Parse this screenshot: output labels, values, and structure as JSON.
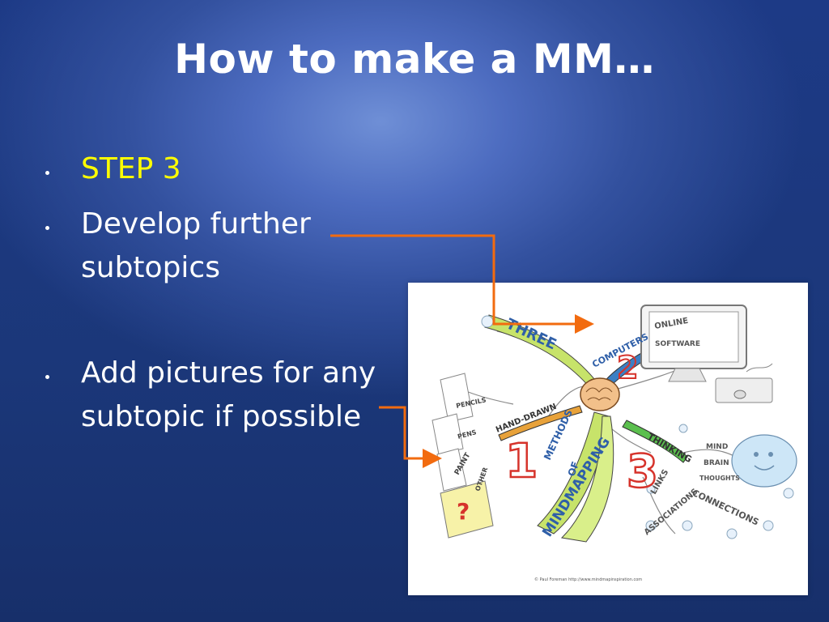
{
  "slide": {
    "title": "How to make a MM…",
    "bullets": [
      {
        "lines": [
          "STEP 3"
        ],
        "color": "#FFFF00"
      },
      {
        "lines": [
          "Develop further",
          "subtopics"
        ],
        "color": "#FFFFFF"
      },
      {
        "lines": [
          "Add pictures for any",
          "subtopic if possible"
        ],
        "color": "#FFFFFF"
      }
    ],
    "accent_arrow_color": "#F26B0F"
  },
  "mindmap": {
    "labels": {
      "three": "THREE",
      "computers": "COMPUTERS",
      "online": "ONLINE",
      "software": "SOFTWARE",
      "hand_drawn": "HAND-DRAWN",
      "methods": "METHODS",
      "of": "OF",
      "mindmapping": "MINDMAPPING",
      "thinking": "THINKING",
      "mind": "MIND",
      "brain": "BRAIN",
      "thoughts": "THOUGHTS",
      "connections": "CONNECTIONS",
      "links": "LINKS",
      "associations": "ASSOCIATIONS",
      "pencils": "PENCILS",
      "pens": "PENS",
      "paint": "PAINT",
      "other": "OTHER",
      "num1": "1",
      "num2": "2",
      "num3": "3",
      "question": "?"
    },
    "credit": "© Paul Foreman http://www.mindmapinspiration.com"
  }
}
